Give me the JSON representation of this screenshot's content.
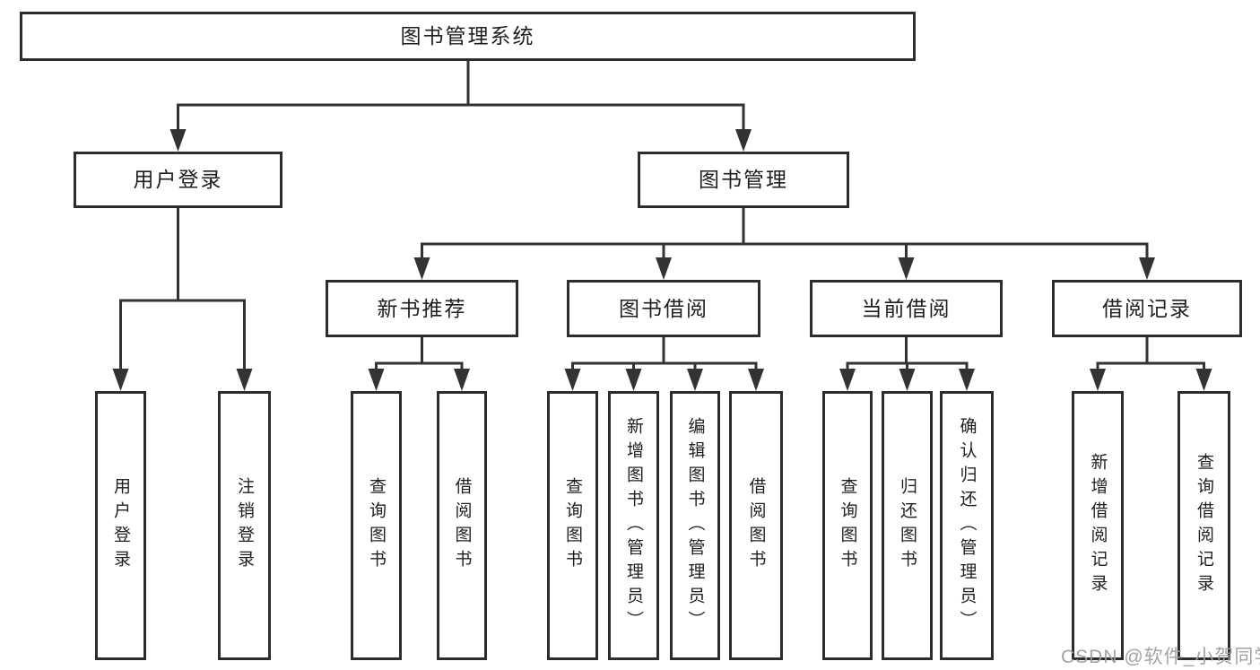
{
  "diagram_title": "图书管理系统",
  "tree": {
    "root": {
      "label": "图书管理系统"
    },
    "branches": [
      {
        "label": "用户登录",
        "children": [
          {
            "label": "用户登录"
          },
          {
            "label": "注销登录"
          }
        ]
      },
      {
        "label": "图书管理",
        "groups": [
          {
            "label": "新书推荐",
            "children": [
              {
                "label": "查询图书"
              },
              {
                "label": "借阅图书"
              }
            ]
          },
          {
            "label": "图书借阅",
            "children": [
              {
                "label": "查询图书"
              },
              {
                "label": "新增图书（管理员）"
              },
              {
                "label": "编辑图书（管理员）"
              },
              {
                "label": "借阅图书"
              }
            ]
          },
          {
            "label": "当前借阅",
            "children": [
              {
                "label": "查询图书"
              },
              {
                "label": "归还图书"
              },
              {
                "label": "确认归还（管理员）"
              }
            ]
          },
          {
            "label": "借阅记录",
            "children": [
              {
                "label": "新增借阅记录"
              },
              {
                "label": "查询借阅记录"
              }
            ]
          }
        ]
      }
    ]
  },
  "watermark": {
    "text": "CSDN @软件_小贺同学"
  },
  "colors": {
    "background": "#ffffff",
    "line": "#333333",
    "box_border": "#2d2d2d",
    "text": "#1f1f1f",
    "watermark": "#9e9e9e"
  }
}
